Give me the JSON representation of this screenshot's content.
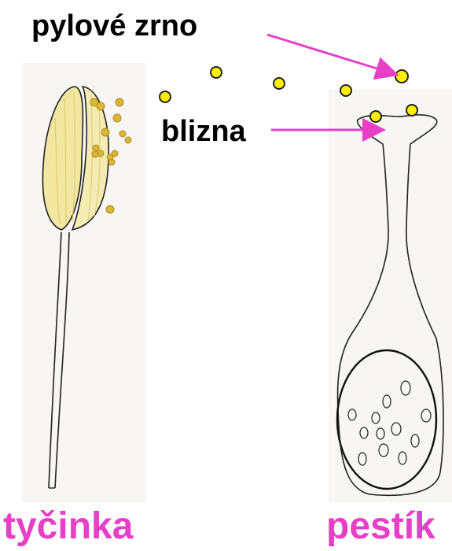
{
  "labels": {
    "pollen_grain": "pylové zrno",
    "stigma": "blizna",
    "stamen": "tyčinka",
    "pistil": "pestík"
  },
  "colors": {
    "accent_magenta": "#e83fc8",
    "pollen_yellow": "#ffee00",
    "anther_yellow": "#f2e7a0",
    "line_black": "#222222",
    "paper": "#f7f6f4"
  }
}
